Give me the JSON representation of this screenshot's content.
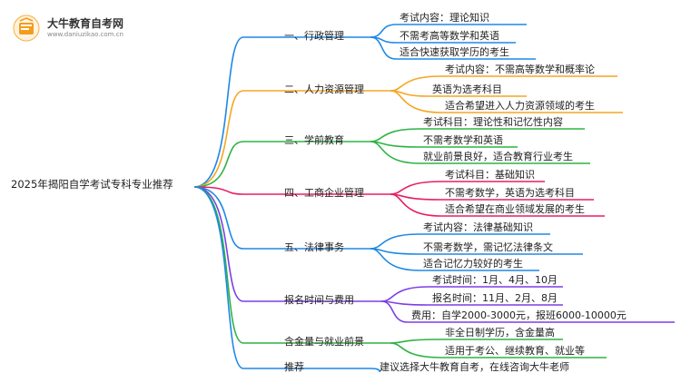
{
  "logo": {
    "title": "大牛教育自考网",
    "url": "www.daniuzikao.com.cn",
    "icon": "book-logo-icon"
  },
  "root": {
    "label": "2025年揭阳自学考试专科专业推荐"
  },
  "branches": [
    {
      "label": "一、行政管理",
      "color": "#1e88e5",
      "leaves": [
        "考试内容：理论知识",
        "不需考高等数学和英语",
        "适合快速获取学历的考生"
      ]
    },
    {
      "label": "二、人力资源管理",
      "color": "#f5a623",
      "leaves": [
        "考试内容：不需高等数学和概率论",
        "英语为选考科目",
        "适合希望进入人力资源领域的考生"
      ]
    },
    {
      "label": "三、学前教育",
      "color": "#2fb344",
      "leaves": [
        "考试科目：理论性和记忆性内容",
        "不需考数学和英语",
        "就业前景良好，适合教育行业考生"
      ]
    },
    {
      "label": "四、工商企业管理",
      "color": "#e91e63",
      "leaves": [
        "考试科目：基础知识",
        "不需考数学，英语为选考科目",
        "适合希望在商业领域发展的考生"
      ]
    },
    {
      "label": "五、法律事务",
      "color": "#1e88e5",
      "leaves": [
        "考试内容：法律基础知识",
        "不需考数学，需记忆法律条文",
        "适合记忆力较好的考生"
      ]
    },
    {
      "label": "报名时间与费用",
      "color": "#7b3fe4",
      "leaves": [
        "考试时间：1月、4月、10月",
        "报名时间：11月、2月、8月",
        "费用：自学2000-3000元，报班6000-10000元"
      ]
    },
    {
      "label": "含金量与就业前景",
      "color": "#2fb344",
      "leaves": [
        "非全日制学历，含金量高",
        "适用于考公、继续教育、就业等"
      ]
    },
    {
      "label": "推荐",
      "color": "#1e88e5",
      "leaves": [
        "建议选择大牛教育自考，在线咨询大牛老师"
      ]
    }
  ]
}
